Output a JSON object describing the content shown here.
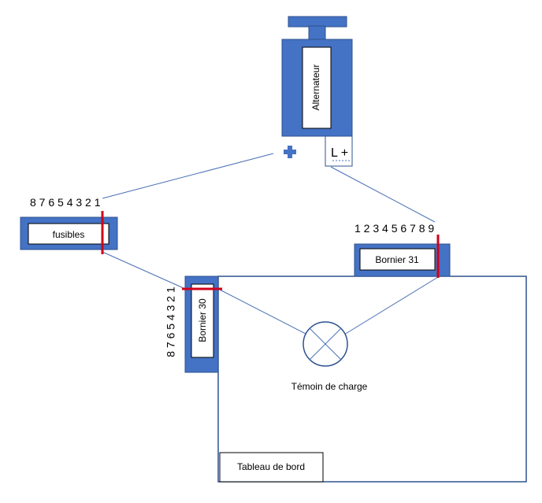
{
  "alternator": {
    "label": "Alternateur",
    "terminal": "L +",
    "plus_symbol": "+"
  },
  "fuse_block": {
    "label": "fusibles",
    "numbers": "8 7 6 5 4 3 2 1"
  },
  "bornier_31": {
    "label": "Bornier 31",
    "numbers": "1 2 3 4 5 6 7 8 9"
  },
  "bornier_30": {
    "label": "Bornier 30",
    "numbers": "8 7 6 5 4 3 2 1"
  },
  "lamp": {
    "label": "Témoin de charge"
  },
  "dashboard": {
    "label": "Tableau de bord"
  },
  "colors": {
    "blue": "#4472c4",
    "border": "#2f528f",
    "wire": "#4a6fb5",
    "cut": "#d0021b"
  }
}
